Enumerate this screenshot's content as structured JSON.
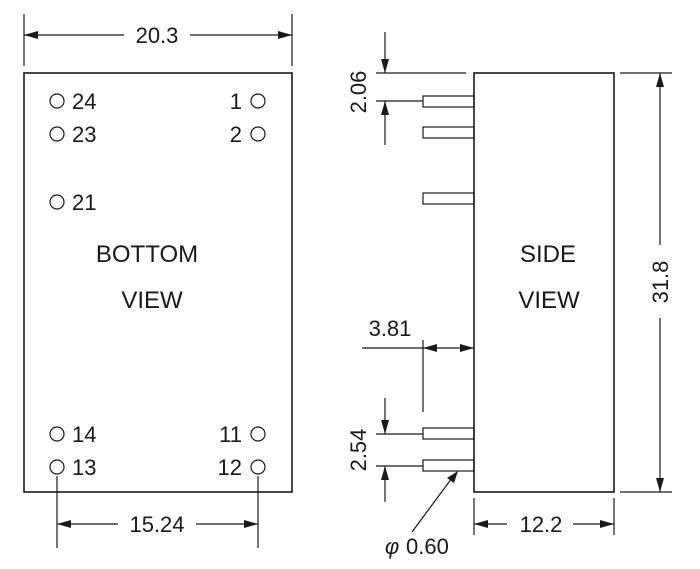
{
  "bottom_view": {
    "label_line1": "BOTTOM",
    "label_line2": "VIEW",
    "width_dim": "20.3",
    "pin_spacing_dim": "15.24",
    "pins": {
      "p24": "24",
      "p23": "23",
      "p21": "21",
      "p14": "14",
      "p13": "13",
      "p1": "1",
      "p2": "2",
      "p11": "11",
      "p12": "12"
    }
  },
  "side_view": {
    "label_line1": "SIDE",
    "label_line2": "VIEW",
    "height_dim": "31.8",
    "depth_dim": "12.2",
    "pin_length_dim": "3.81",
    "top_offset_dim": "2.06",
    "pitch_dim": "2.54",
    "pin_diameter_symbol": "φ",
    "pin_diameter_dim": "0.60"
  }
}
